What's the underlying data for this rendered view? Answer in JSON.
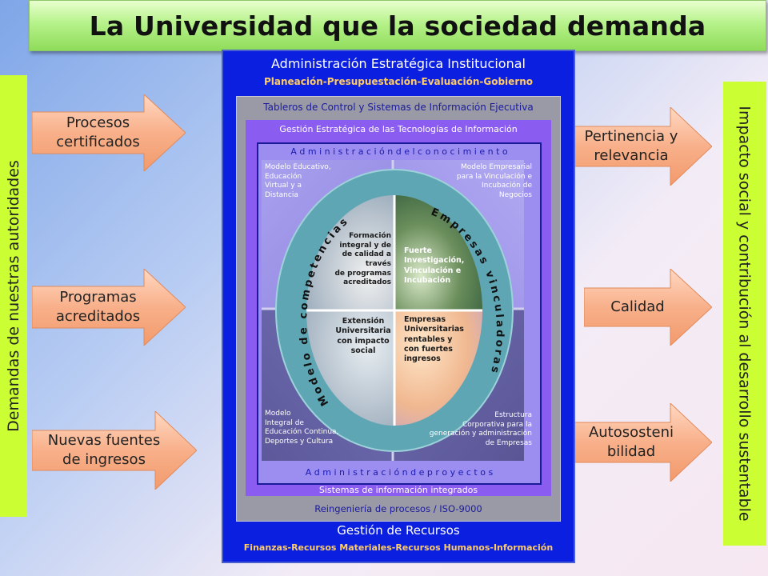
{
  "title": "La Universidad que la sociedad demanda",
  "left_label": "Demandas de nuestras autoridades",
  "right_label": "Impacto social y contribución al desarrollo sustentable",
  "left_arrows": [
    {
      "l1": "Procesos",
      "l2": "certificados"
    },
    {
      "l1": "Programas",
      "l2": "acreditados"
    },
    {
      "l1": "Nuevas fuentes",
      "l2": "de ingresos"
    }
  ],
  "right_arrows": [
    {
      "l1": "Pertinencia y",
      "l2": "relevancia"
    },
    {
      "l1": "Calidad",
      "l2": ""
    },
    {
      "l1": "Autososteni",
      "l2": "bilidad"
    }
  ],
  "center": {
    "admin_title": "Administración Estratégica Institucional",
    "admin_subtitle": "Planeación-Presupuestación-Evaluación-Gobierno",
    "tableros": "Tableros de Control y Sistemas de Información Ejecutiva",
    "gestion_tec": "Gestión Estratégica de las Tecnologías de Información",
    "admin_conocimiento": "A d m i n i s t r a c i ó n d e l c o n o c i m i e n t o",
    "admin_proyectos": "A d m i n i s t r a c i ó n d e p r o y e c t o s",
    "sistemas_integrados": "Sistemas de información integrados",
    "reingenieria": "Reingeniería de procesos / ISO-9000",
    "gestion_recursos": "Gestión de Recursos",
    "recursos_subtitle": "Finanzas-Recursos Materiales-Recursos Humanos-Información"
  },
  "quadrants": {
    "tl_corner": [
      "Modelo Educativo,",
      "Educación",
      "Virtual y a",
      "Distancia"
    ],
    "tr_corner": [
      "Modelo Empresarial",
      "para la Vinculación e",
      "Incubación de",
      "Negocios"
    ],
    "bl_corner": [
      "Modelo",
      "Integral de",
      "Educación Continua,",
      "Deportes y Cultura"
    ],
    "br_corner": [
      "Estructura",
      "Corporativa para la",
      "generación y administración",
      "de Empresas"
    ],
    "tl_center": [
      "Formación",
      "integral y de",
      "de calidad a través",
      "de programas",
      "acreditados"
    ],
    "tr_center": [
      "Fuerte",
      "Investigación,",
      "Vinculación e",
      "Incubación"
    ],
    "bl_center": [
      "Extensión",
      "Universitaria",
      "con impacto",
      "social"
    ],
    "br_center": [
      "Empresas",
      "Universitarias",
      "rentables y",
      "con fuertes",
      "ingresos"
    ]
  },
  "ring_labels": {
    "left_arc": "Modelo de competencias",
    "right_arc": "Empresas vinculadoras"
  },
  "colors": {
    "title_green": "#a8ea78",
    "side_box": "#ccff33",
    "arrow_orange": "#f7b18a",
    "main_blue": "#0a1fe0",
    "ring_teal": "#5ea6b4"
  }
}
